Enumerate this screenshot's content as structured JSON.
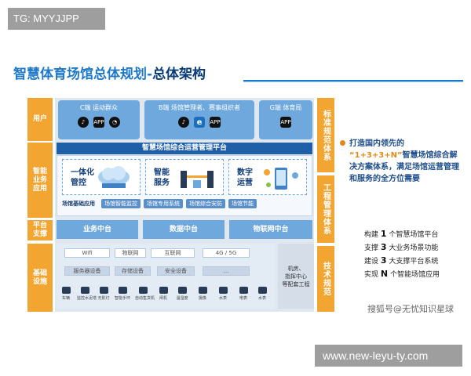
{
  "watermark_top": "TG: MYYJJPP",
  "watermark_bottom": "www.new-leyu-ty.com",
  "title": {
    "main": "智慧体育场馆总体规划-",
    "emph": "总体架构"
  },
  "left_labels": {
    "user": "用户",
    "biz": "智能业务应用",
    "platform": "平台支撑",
    "infra": "基础设施"
  },
  "right_labels": {
    "standard": "标准规范体系",
    "eng": "工程管理体系",
    "tech": "技术规范"
  },
  "clients": [
    {
      "label": "C端 运动群众",
      "icons": [
        "tiktok",
        "APP",
        "wechat"
      ]
    },
    {
      "label": "B端 场馆管理者、赛事组织者",
      "icons": [
        "tiktok",
        "e",
        "APP"
      ]
    },
    {
      "label": "G端 体育局",
      "icons": [
        "APP"
      ]
    }
  ],
  "platform_title": "智慧场馆综合运营管理平台",
  "modules": [
    {
      "line1": "一体化",
      "line2": "管控"
    },
    {
      "line1": "智能",
      "line2": "服务"
    },
    {
      "line1": "数字",
      "line2": "运营"
    }
  ],
  "base_app": {
    "label": "场馆基础应用",
    "tags": [
      "场馆智能监控",
      "场馆专用系统",
      "场馆综合安防",
      "场馆节能"
    ]
  },
  "middle": [
    "业务中台",
    "数据中台",
    "物联网中台"
  ],
  "infra_rows": [
    [
      "Wifi",
      "物联网",
      "互联网",
      "4G / 5G"
    ],
    [
      "服务器设备",
      "存储设备",
      "安全设备",
      "..."
    ]
  ],
  "devices": [
    "车辆",
    "监控水泥塔",
    "无影灯",
    "智能手环",
    "自动售货机",
    "闸机",
    "温湿度",
    "摄像",
    "水表",
    "电表",
    "水表"
  ],
  "machine_room": [
    "机房、",
    "指挥中心",
    "等配套工程"
  ],
  "bullet": {
    "text_a": "打造国内领先的",
    "orange": "“1+3+3+N”",
    "text_b": "智慧场馆综合解决方案体系，满足场馆运营管理和服务的全方位需要"
  },
  "statements": [
    {
      "pre": "构建",
      "num": "1",
      "post": "个智慧场馆平台"
    },
    {
      "pre": "支撑",
      "num": "3",
      "post": "大业务场景功能"
    },
    {
      "pre": "建设",
      "num": "3",
      "post": "大支撑平台系统"
    },
    {
      "pre": "实现",
      "num": "N",
      "post": "个智能场馆应用"
    }
  ],
  "source": "搜狐号@无忧知识星球",
  "colors": {
    "orange": "#f3a531",
    "blue": "#1f5fa8",
    "light_blue": "#6fa8dc"
  }
}
